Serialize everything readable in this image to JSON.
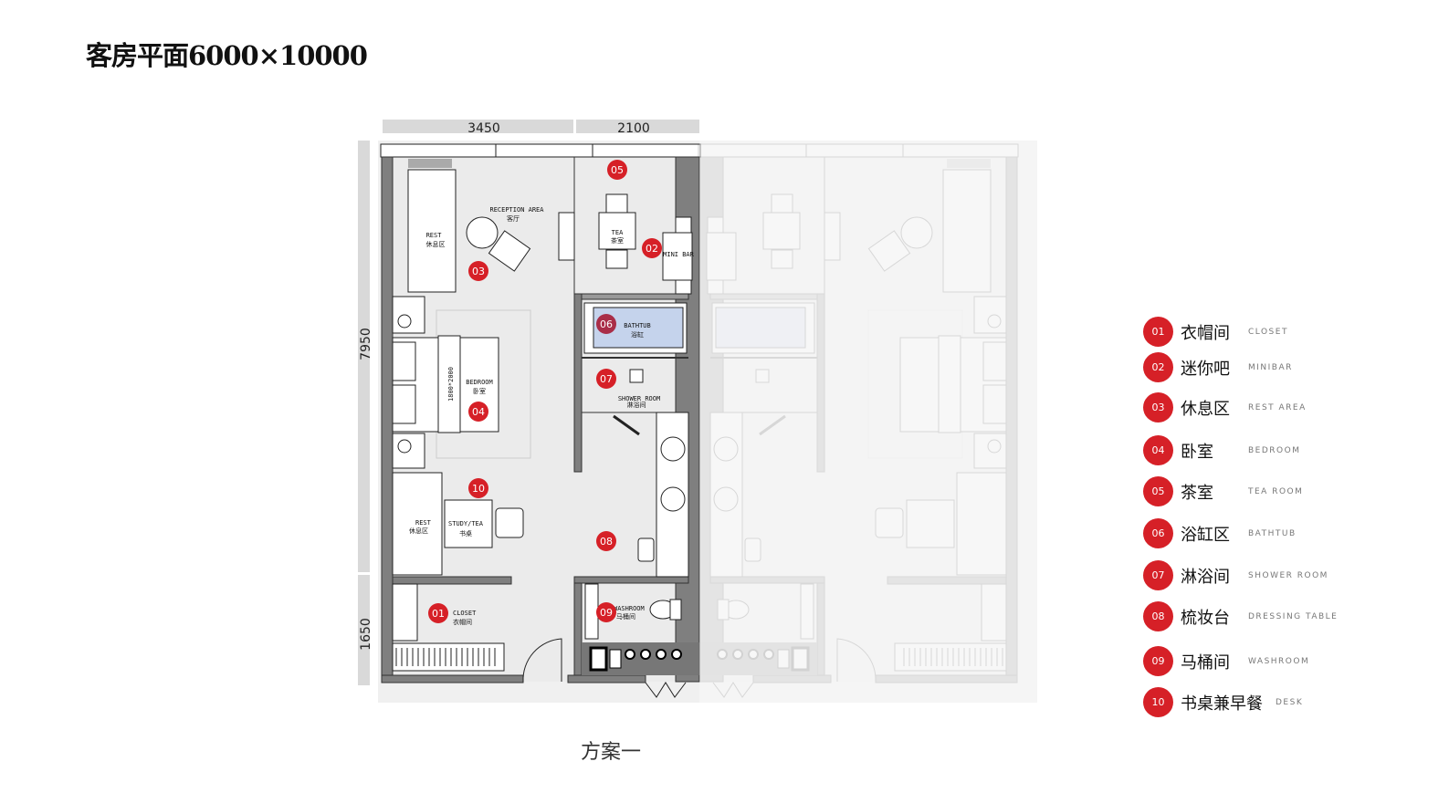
{
  "title": "客房平面6000×10000",
  "caption": "方案一",
  "dimensions": {
    "top_left": "3450",
    "top_right": "2100",
    "side_upper": "7950",
    "side_lower": "1650"
  },
  "plan_labels": {
    "reception": "RECEPTION AREA",
    "reception_cn": "客厅",
    "rest": "REST",
    "rest_cn": "休息区",
    "tea": "TEA",
    "tea_cn": "茶室",
    "minibar": "MINI BAR",
    "bathtub": "BATHTUB",
    "bathtub_cn": "浴缸",
    "shower": "SHOWER ROOM",
    "shower_cn": "淋浴间",
    "bedroom": "BEDROOM",
    "bedroom_cn": "卧室",
    "bed_size": "1800*2000",
    "study": "STUDY/TEA",
    "study_cn": "书桌",
    "closet": "CLOSET",
    "closet_cn": "衣帽间",
    "washroom": "WASHROOM",
    "washroom_cn": "马桶间"
  },
  "markers": [
    "01",
    "02",
    "03",
    "04",
    "05",
    "06",
    "07",
    "08",
    "09",
    "10"
  ],
  "legend": [
    {
      "num": "01",
      "cn": "衣帽间",
      "en": "Closet"
    },
    {
      "num": "02",
      "cn": "迷你吧",
      "en": "Minibar"
    },
    {
      "num": "03",
      "cn": "休息区",
      "en": "Rest area"
    },
    {
      "num": "04",
      "cn": "卧室",
      "en": "Bedroom"
    },
    {
      "num": "05",
      "cn": "茶室",
      "en": "Tea Room"
    },
    {
      "num": "06",
      "cn": "浴缸区",
      "en": "Bathtub"
    },
    {
      "num": "07",
      "cn": "淋浴间",
      "en": "Shower room"
    },
    {
      "num": "08",
      "cn": "梳妆台",
      "en": "Dressing table"
    },
    {
      "num": "09",
      "cn": "马桶间",
      "en": "washroom"
    },
    {
      "num": "10",
      "cn": "书桌兼早餐",
      "en": "Desk"
    }
  ],
  "colors": {
    "accent": "#d62027",
    "wall": "#7f7f7f",
    "floor": "#ebebeb",
    "bathtub": "#c5d3ec"
  }
}
